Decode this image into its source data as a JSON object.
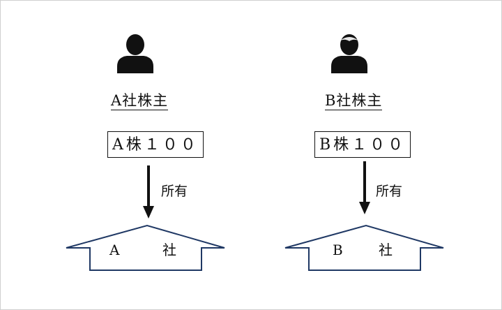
{
  "left": {
    "icon": "person-icon",
    "shareholder_label": "A社株主",
    "shares_text": "A株１００",
    "ownership_label": "所有",
    "company_letter": "A",
    "company_suffix": "社"
  },
  "right": {
    "icon": "person-icon",
    "shareholder_label": "B社株主",
    "shares_text": "B株１００",
    "ownership_label": "所有",
    "company_letter": "B",
    "company_suffix": "社"
  },
  "colors": {
    "house_stroke": "#1f3864",
    "text": "#111111",
    "frame": "#cfcfcf"
  }
}
